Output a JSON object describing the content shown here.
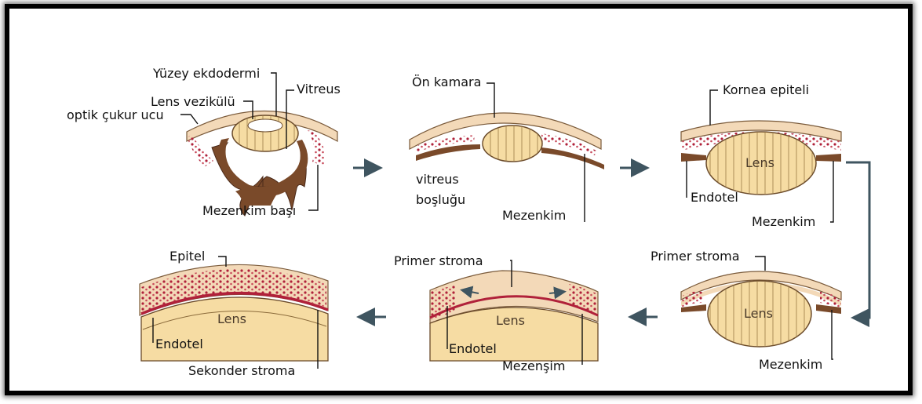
{
  "stages": [
    {
      "id": "stage1",
      "labels": {
        "surface_ectoderm": "Yüzey ekdodermi",
        "lens_vesicle": "Lens vezikülü",
        "optic_cup_rim": "optik çukur ucu",
        "vitreous": "Vitreus",
        "mesenchyme_head": "Mezenkim başı"
      }
    },
    {
      "id": "stage2",
      "labels": {
        "anterior_chamber": "Ön kamara",
        "vitreous_space_1": "vitreus",
        "vitreous_space_2": "boşluğu",
        "mesenchyme": "Mezenkim"
      }
    },
    {
      "id": "stage3",
      "labels": {
        "corneal_epithelium": "Kornea epiteli",
        "lens": "Lens",
        "endothelium": "Endotel",
        "mesenchyme": "Mezenkim"
      }
    },
    {
      "id": "stage4",
      "labels": {
        "primary_stroma": "Primer stroma",
        "lens": "Lens",
        "mesenchyme": "Mezenkim"
      }
    },
    {
      "id": "stage5",
      "labels": {
        "primary_stroma": "Primer stroma",
        "lens": "Lens",
        "endothelium": "Endotel",
        "mesenchyme": "Mezenşim"
      }
    },
    {
      "id": "stage6",
      "labels": {
        "epithelium": "Epitel",
        "lens": "Lens",
        "endothelium": "Endotel",
        "secondary_stroma": "Sekonder stroma"
      }
    }
  ],
  "colors": {
    "lens_fill": "#f6dca3",
    "lens_lines": "#8a6a3a",
    "mesenchyme_dots": "#b0213a",
    "optic_cup": "#7a4a2a",
    "skin": "#f3d9b8",
    "arrow": "#3f5560"
  }
}
